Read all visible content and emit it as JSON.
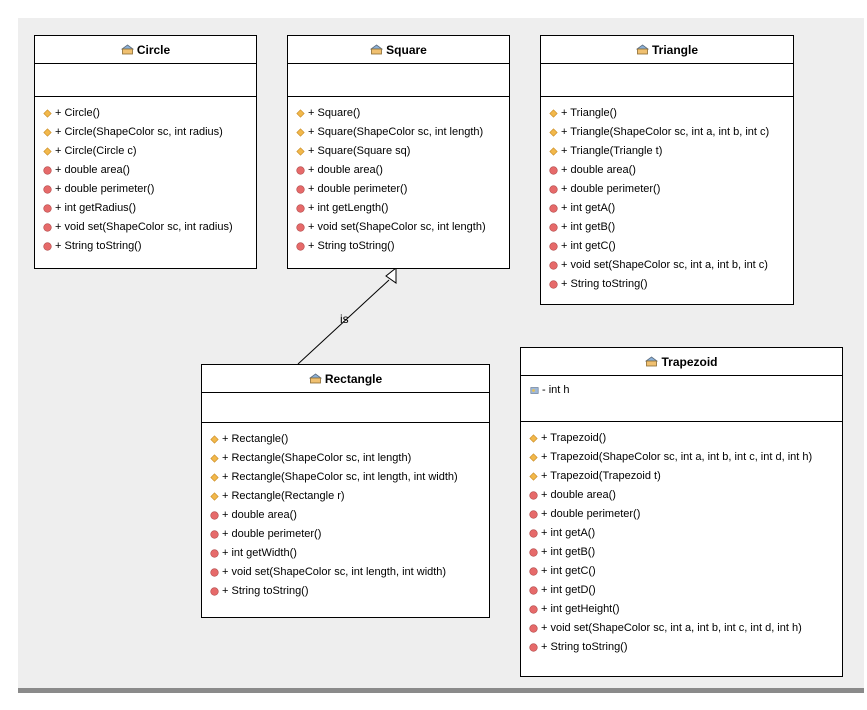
{
  "classes": [
    {
      "id": "circle",
      "name": "Circle",
      "attributes": [],
      "operations": [
        {
          "vis": "constructor",
          "text": "+ Circle()"
        },
        {
          "vis": "constructor",
          "text": "+ Circle(ShapeColor sc, int radius)"
        },
        {
          "vis": "constructor",
          "text": "+ Circle(Circle c)"
        },
        {
          "vis": "method",
          "text": "+ double area()"
        },
        {
          "vis": "method",
          "text": "+ double perimeter()"
        },
        {
          "vis": "method",
          "text": "+ int getRadius()"
        },
        {
          "vis": "method",
          "text": "+ void set(ShapeColor sc, int radius)"
        },
        {
          "vis": "method",
          "text": "+ String toString()"
        }
      ]
    },
    {
      "id": "square",
      "name": "Square",
      "attributes": [],
      "operations": [
        {
          "vis": "constructor",
          "text": "+ Square()"
        },
        {
          "vis": "constructor",
          "text": "+ Square(ShapeColor sc, int length)"
        },
        {
          "vis": "constructor",
          "text": "+ Square(Square sq)"
        },
        {
          "vis": "method",
          "text": "+ double area()"
        },
        {
          "vis": "method",
          "text": "+ double perimeter()"
        },
        {
          "vis": "method",
          "text": "+ int getLength()"
        },
        {
          "vis": "method",
          "text": "+ void set(ShapeColor sc, int length)"
        },
        {
          "vis": "method",
          "text": "+ String toString()"
        }
      ]
    },
    {
      "id": "triangle",
      "name": "Triangle",
      "attributes": [],
      "operations": [
        {
          "vis": "constructor",
          "text": "+ Triangle()"
        },
        {
          "vis": "constructor",
          "text": "+ Triangle(ShapeColor sc, int a, int b, int c)"
        },
        {
          "vis": "constructor",
          "text": "+ Triangle(Triangle t)"
        },
        {
          "vis": "method",
          "text": "+ double area()"
        },
        {
          "vis": "method",
          "text": "+ double perimeter()"
        },
        {
          "vis": "method",
          "text": "+ int getA()"
        },
        {
          "vis": "method",
          "text": "+ int getB()"
        },
        {
          "vis": "method",
          "text": "+ int getC()"
        },
        {
          "vis": "method",
          "text": "+ void set(ShapeColor sc, int a, int b, int c)"
        },
        {
          "vis": "method",
          "text": "+ String toString()"
        }
      ]
    },
    {
      "id": "rectangle",
      "name": "Rectangle",
      "attributes": [],
      "operations": [
        {
          "vis": "constructor",
          "text": "+ Rectangle()"
        },
        {
          "vis": "constructor",
          "text": "+ Rectangle(ShapeColor sc, int length)"
        },
        {
          "vis": "constructor",
          "text": "+ Rectangle(ShapeColor sc, int length, int width)"
        },
        {
          "vis": "constructor",
          "text": "+ Rectangle(Rectangle r)"
        },
        {
          "vis": "method",
          "text": "+ double area()"
        },
        {
          "vis": "method",
          "text": "+ double perimeter()"
        },
        {
          "vis": "method",
          "text": "+ int getWidth()"
        },
        {
          "vis": "method",
          "text": "+ void set(ShapeColor sc, int length, int width)"
        },
        {
          "vis": "method",
          "text": "+ String toString()"
        }
      ]
    },
    {
      "id": "trapezoid",
      "name": "Trapezoid",
      "attributes": [
        {
          "vis": "protected",
          "text": "- int h"
        }
      ],
      "operations": [
        {
          "vis": "constructor",
          "text": "+ Trapezoid()"
        },
        {
          "vis": "constructor",
          "text": "+ Trapezoid(ShapeColor sc, int a, int b, int c, int d, int h)"
        },
        {
          "vis": "constructor",
          "text": "+ Trapezoid(Trapezoid t)"
        },
        {
          "vis": "method",
          "text": "+ double area()"
        },
        {
          "vis": "method",
          "text": "+ double perimeter()"
        },
        {
          "vis": "method",
          "text": "+ int getA()"
        },
        {
          "vis": "method",
          "text": "+ int getB()"
        },
        {
          "vis": "method",
          "text": "+ int getC()"
        },
        {
          "vis": "method",
          "text": "+ int getD()"
        },
        {
          "vis": "method",
          "text": "+ int getHeight()"
        },
        {
          "vis": "method",
          "text": "+ void set(ShapeColor sc, int a, int b, int c, int d, int h)"
        },
        {
          "vis": "method",
          "text": "+ String toString()"
        }
      ]
    }
  ],
  "relations": [
    {
      "type": "generalization",
      "from": "rectangle",
      "to": "square",
      "label": "is"
    }
  ],
  "icons": {
    "class": "class-icon",
    "constructor": "constructor-diamond-icon",
    "method": "method-circle-icon",
    "protected": "attribute-key-icon"
  },
  "colors": {
    "background": "#eeeeee",
    "box": "#ffffff",
    "constructor": "#f2b84b",
    "method": "#e66a6a"
  }
}
